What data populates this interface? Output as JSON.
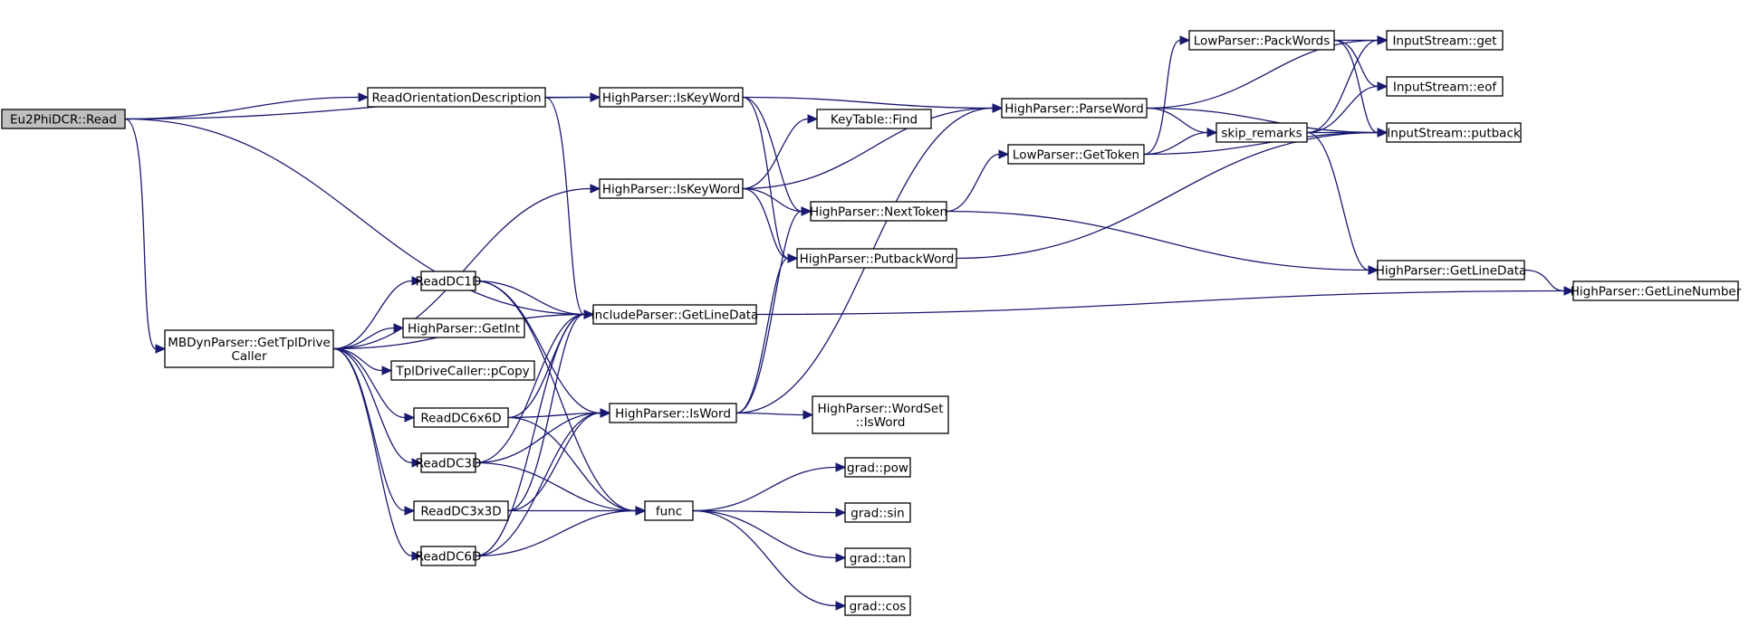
{
  "graph": {
    "root": "n_eu2phidcr",
    "nodes": [
      {
        "id": "n_eu2phidcr",
        "lines": [
          "Eu2PhiDCR::Read"
        ]
      },
      {
        "id": "n_mbdyn",
        "lines": [
          "MBDynParser::GetTplDrive",
          "Caller"
        ]
      },
      {
        "id": "n_readorient",
        "lines": [
          "ReadOrientationDescription"
        ]
      },
      {
        "id": "n_iskeyword1",
        "lines": [
          "HighParser::IsKeyWord"
        ]
      },
      {
        "id": "n_iskeyword2",
        "lines": [
          "HighParser::IsKeyWord"
        ]
      },
      {
        "id": "n_include",
        "lines": [
          "IncludeParser::GetLineData"
        ]
      },
      {
        "id": "n_readdc1d",
        "lines": [
          "ReadDC1D"
        ]
      },
      {
        "id": "n_getint",
        "lines": [
          "HighParser::GetInt"
        ]
      },
      {
        "id": "n_pcopy",
        "lines": [
          "TplDriveCaller::pCopy"
        ]
      },
      {
        "id": "n_readdc6x6d",
        "lines": [
          "ReadDC6x6D"
        ]
      },
      {
        "id": "n_readdc3d",
        "lines": [
          "ReadDC3D"
        ]
      },
      {
        "id": "n_readdc3x3d",
        "lines": [
          "ReadDC3x3D"
        ]
      },
      {
        "id": "n_readdc6d",
        "lines": [
          "ReadDC6D"
        ]
      },
      {
        "id": "n_keytable",
        "lines": [
          "KeyTable::Find"
        ]
      },
      {
        "id": "n_nexttoken",
        "lines": [
          "HighParser::NextToken"
        ]
      },
      {
        "id": "n_putback",
        "lines": [
          "HighParser::PutbackWord"
        ]
      },
      {
        "id": "n_isword",
        "lines": [
          "HighParser::IsWord"
        ]
      },
      {
        "id": "n_wordset",
        "lines": [
          "HighParser::WordSet",
          "::IsWord"
        ]
      },
      {
        "id": "n_func",
        "lines": [
          "func"
        ]
      },
      {
        "id": "n_pow",
        "lines": [
          "grad::pow"
        ]
      },
      {
        "id": "n_sin",
        "lines": [
          "grad::sin"
        ]
      },
      {
        "id": "n_tan",
        "lines": [
          "grad::tan"
        ]
      },
      {
        "id": "n_cos",
        "lines": [
          "grad::cos"
        ]
      },
      {
        "id": "n_parseword",
        "lines": [
          "HighParser::ParseWord"
        ]
      },
      {
        "id": "n_gettoken",
        "lines": [
          "LowParser::GetToken"
        ]
      },
      {
        "id": "n_packwords",
        "lines": [
          "LowParser::PackWords"
        ]
      },
      {
        "id": "n_skip",
        "lines": [
          "skip_remarks"
        ]
      },
      {
        "id": "n_get",
        "lines": [
          "InputStream::get"
        ]
      },
      {
        "id": "n_eof",
        "lines": [
          "InputStream::eof"
        ]
      },
      {
        "id": "n_putbackstream",
        "lines": [
          "InputStream::putback"
        ]
      },
      {
        "id": "n_getlinedata",
        "lines": [
          "HighParser::GetLineData"
        ]
      },
      {
        "id": "n_getlinenumber",
        "lines": [
          "HighParser::GetLineNumber"
        ]
      }
    ],
    "edges": [
      [
        "n_eu2phidcr",
        "n_iskeyword1"
      ],
      [
        "n_eu2phidcr",
        "n_readorient"
      ],
      [
        "n_eu2phidcr",
        "n_include"
      ],
      [
        "n_eu2phidcr",
        "n_mbdyn"
      ],
      [
        "n_readorient",
        "n_iskeyword1"
      ],
      [
        "n_readorient",
        "n_include"
      ],
      [
        "n_mbdyn",
        "n_iskeyword2"
      ],
      [
        "n_mbdyn",
        "n_include"
      ],
      [
        "n_mbdyn",
        "n_readdc1d"
      ],
      [
        "n_mbdyn",
        "n_getint"
      ],
      [
        "n_mbdyn",
        "n_pcopy"
      ],
      [
        "n_mbdyn",
        "n_readdc6x6d"
      ],
      [
        "n_mbdyn",
        "n_readdc3d"
      ],
      [
        "n_mbdyn",
        "n_readdc3x3d"
      ],
      [
        "n_mbdyn",
        "n_readdc6d"
      ],
      [
        "n_iskeyword1",
        "n_parseword"
      ],
      [
        "n_iskeyword1",
        "n_nexttoken"
      ],
      [
        "n_iskeyword1",
        "n_putback"
      ],
      [
        "n_iskeyword2",
        "n_keytable"
      ],
      [
        "n_iskeyword2",
        "n_parseword"
      ],
      [
        "n_iskeyword2",
        "n_nexttoken"
      ],
      [
        "n_iskeyword2",
        "n_putback"
      ],
      [
        "n_readdc1d",
        "n_include"
      ],
      [
        "n_readdc1d",
        "n_isword"
      ],
      [
        "n_readdc1d",
        "n_func"
      ],
      [
        "n_readdc6x6d",
        "n_include"
      ],
      [
        "n_readdc6x6d",
        "n_isword"
      ],
      [
        "n_readdc6x6d",
        "n_func"
      ],
      [
        "n_readdc3d",
        "n_include"
      ],
      [
        "n_readdc3d",
        "n_isword"
      ],
      [
        "n_readdc3d",
        "n_func"
      ],
      [
        "n_readdc3x3d",
        "n_include"
      ],
      [
        "n_readdc3x3d",
        "n_isword"
      ],
      [
        "n_readdc3x3d",
        "n_func"
      ],
      [
        "n_readdc6d",
        "n_include"
      ],
      [
        "n_readdc6d",
        "n_isword"
      ],
      [
        "n_readdc6d",
        "n_func"
      ],
      [
        "n_include",
        "n_getlinenumber"
      ],
      [
        "n_isword",
        "n_nexttoken"
      ],
      [
        "n_isword",
        "n_putback"
      ],
      [
        "n_isword",
        "n_parseword"
      ],
      [
        "n_isword",
        "n_wordset"
      ],
      [
        "n_func",
        "n_pow"
      ],
      [
        "n_func",
        "n_sin"
      ],
      [
        "n_func",
        "n_tan"
      ],
      [
        "n_func",
        "n_cos"
      ],
      [
        "n_nexttoken",
        "n_gettoken"
      ],
      [
        "n_nexttoken",
        "n_getlinedata"
      ],
      [
        "n_putback",
        "n_putbackstream"
      ],
      [
        "n_parseword",
        "n_get"
      ],
      [
        "n_parseword",
        "n_putbackstream"
      ],
      [
        "n_parseword",
        "n_skip"
      ],
      [
        "n_gettoken",
        "n_packwords"
      ],
      [
        "n_gettoken",
        "n_skip"
      ],
      [
        "n_gettoken",
        "n_putbackstream"
      ],
      [
        "n_packwords",
        "n_get"
      ],
      [
        "n_packwords",
        "n_eof"
      ],
      [
        "n_packwords",
        "n_putbackstream"
      ],
      [
        "n_skip",
        "n_get"
      ],
      [
        "n_skip",
        "n_eof"
      ],
      [
        "n_skip",
        "n_putbackstream"
      ],
      [
        "n_skip",
        "n_getlinedata"
      ],
      [
        "n_getlinedata",
        "n_getlinenumber"
      ]
    ]
  }
}
